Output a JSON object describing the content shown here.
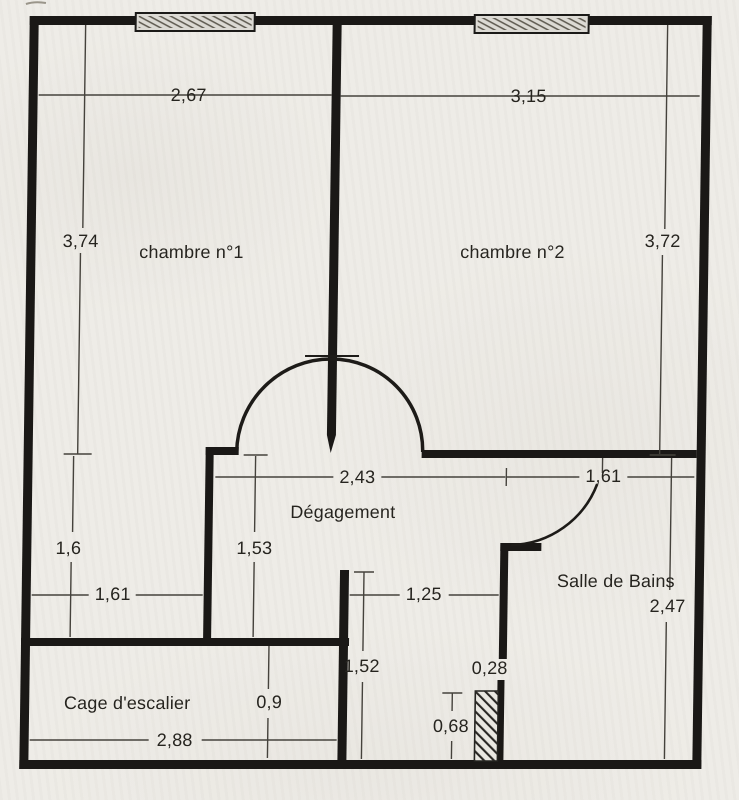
{
  "rooms": {
    "chambre1": "chambre n°1",
    "chambre2": "chambre n°2",
    "degagement": "Dégagement",
    "salle_de_bains": "Salle de Bains",
    "cage_escalier": "Cage d'escalier"
  },
  "dims": {
    "chambre1_width": "2,67",
    "chambre2_width": "3,15",
    "chambre1_height": "3,74",
    "chambre2_height": "3,72",
    "degagement_width": "2,43",
    "bains_entry_width": "1,61",
    "lower_left_height": "1,6",
    "degagement_height": "1,53",
    "lower_left_width": "1,61",
    "passage_width": "1,25",
    "salle_de_bains_height": "2,47",
    "passage_height": "1,52",
    "duct_gap": "0,28",
    "duct_height": "0,68",
    "cage_height": "0,9",
    "cage_width": "2,88"
  },
  "colors": {
    "ink": "#1a1816",
    "paper": "#eeece7",
    "dimension_line": "#45423c"
  }
}
